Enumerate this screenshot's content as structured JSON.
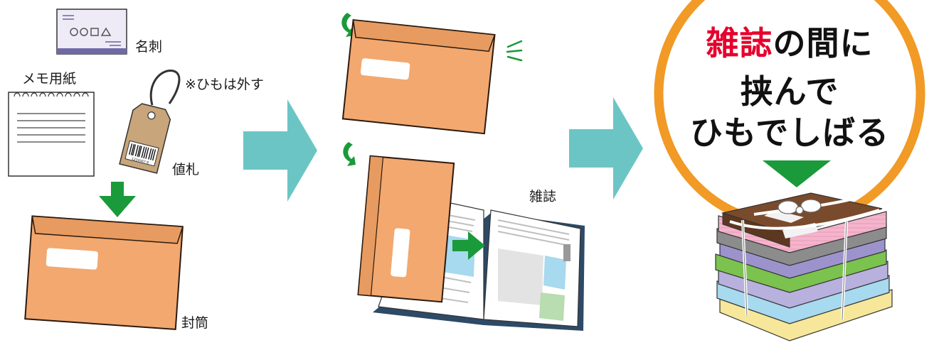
{
  "labels": {
    "meishi": "名刺",
    "memo": "メモ用紙",
    "himo_note": "※ひもは外す",
    "nefuda": "値札",
    "futou": "封筒",
    "zasshi": "雑誌"
  },
  "headline": {
    "line1_emphasis": "雑誌",
    "line1_rest": "の間に",
    "line2": "挟んで",
    "line3": "ひもでしばる"
  },
  "barcode_digits": "1234567 8",
  "colors": {
    "flow_arrow": "#6cc5c5",
    "down_arrow": "#1a9a3a",
    "envelope": "#f2a86f",
    "envelope_flap": "#e79b60",
    "circle_ring": "#f19a25",
    "emphasis_red": "#e6002d",
    "magazine_blue": "#a7d9ef",
    "magazine_green": "#b9dcb0",
    "tag": "#c8a57a"
  },
  "icons": {
    "step1": "paper-items-to-envelope",
    "step2": "envelope-into-magazine",
    "step3": "bundled-magazine-stack",
    "flow": "teal-right-arrow",
    "rotate": "green-rotate-arrow"
  }
}
